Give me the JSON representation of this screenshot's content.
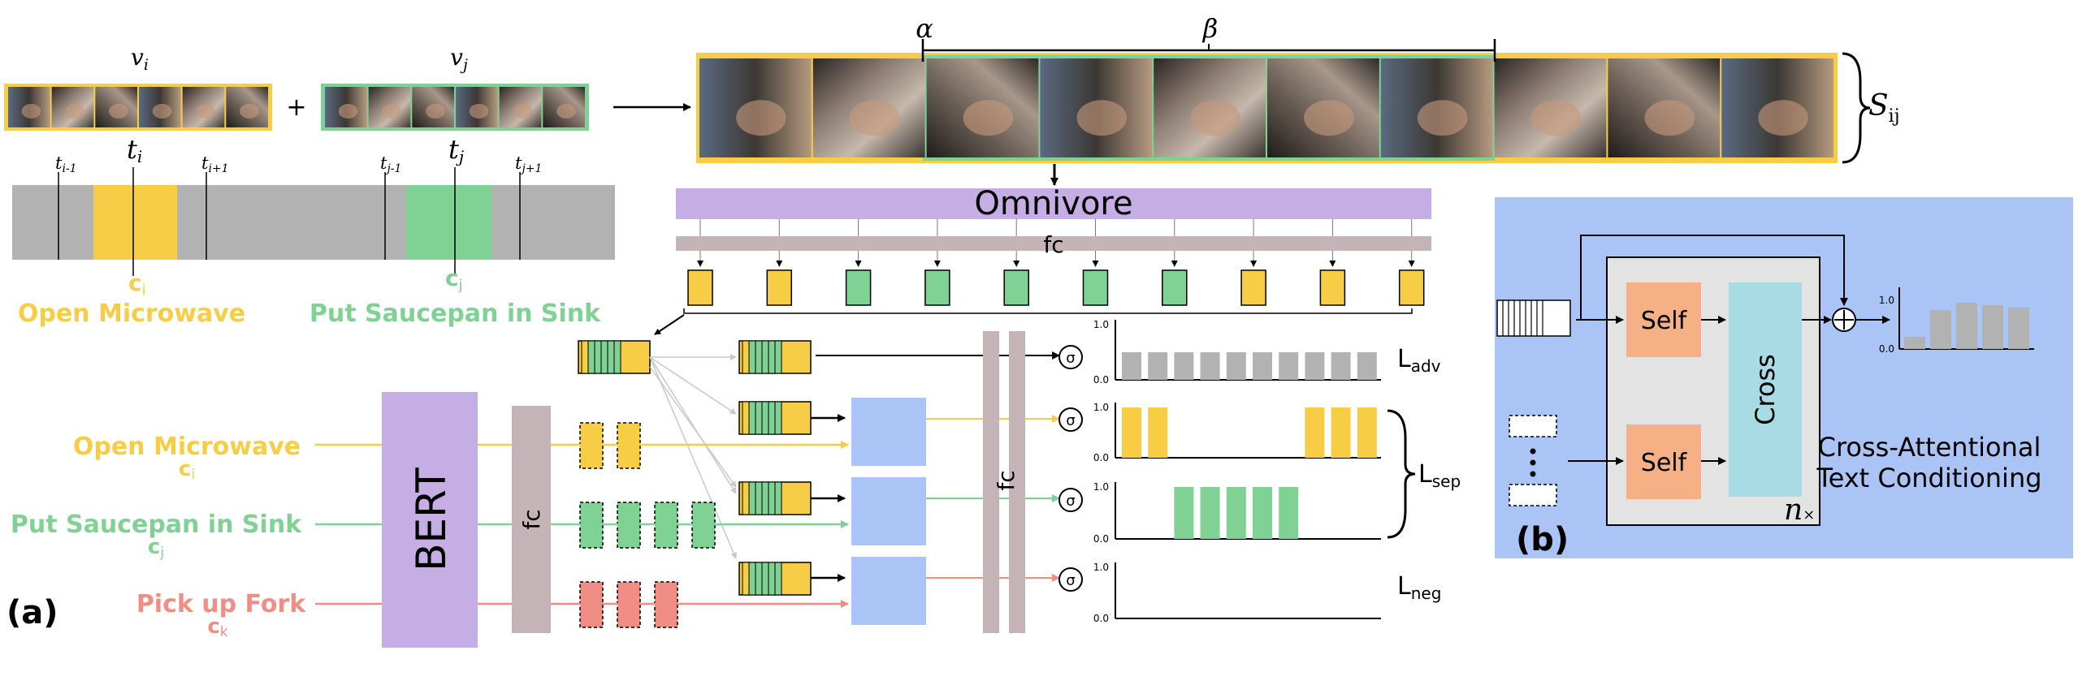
{
  "panel_a": {
    "label": "(a)",
    "vi": "v",
    "vi_sub": "i",
    "vj": "v",
    "vj_sub": "j",
    "plus": "+",
    "S": "S",
    "S_sub": "ij",
    "alpha": "α",
    "beta": "β",
    "t_im1": "t",
    "t_im1_sub": "i-1",
    "t_i": "t",
    "t_i_sub": "i",
    "t_ip1": "t",
    "t_ip1_sub": "i+1",
    "t_jm1": "t",
    "t_jm1_sub": "j-1",
    "t_j": "t",
    "t_j_sub": "j",
    "t_jp1": "t",
    "t_jp1_sub": "j+1",
    "c_i": "c",
    "c_i_sub": "i",
    "c_j": "c",
    "c_j_sub": "j",
    "c_k": "c",
    "c_k_sub": "k",
    "action_i": "Open Microwave",
    "action_j": "Put Saucepan in Sink",
    "action_k": "Pick up Fork",
    "omnivore": "Omnivore",
    "fc_top": "fc",
    "bert": "BERT",
    "fc_left": "fc",
    "fc_right": "fc",
    "sigma": "σ",
    "tick_1": "1.0",
    "tick_0": "0.0",
    "L_adv": "L",
    "L_adv_sub": "adv",
    "L_sep": "L",
    "L_sep_sub": "sep",
    "L_neg": "L",
    "L_neg_sub": "neg"
  },
  "panel_b": {
    "label": "(b)",
    "self_top": "Self",
    "self_bottom": "Self",
    "cross": "Cross",
    "n_times": "n",
    "times": "×",
    "caption_1": "Cross-Attentional",
    "caption_2": "Text Conditioning",
    "tick_1": "1.0",
    "tick_0": "0.0"
  },
  "colors": {
    "yellow": "#f7cd45",
    "green": "#7fd194",
    "red": "#f08e86",
    "gray": "#b2b2b2",
    "purple": "#c4aee3",
    "mauve": "#c4b4b8",
    "light_blue": "#a9c4f5",
    "panel_b_bg": "#aac4f6",
    "orange": "#f5b086",
    "cyan": "#a9dbe4"
  },
  "chart_data": [
    {
      "type": "bar",
      "name": "adv",
      "values": [
        0.5,
        0.5,
        0.5,
        0.5,
        0.5,
        0.5,
        0.5,
        0.5,
        0.5,
        0.5
      ],
      "ylim": [
        0,
        1
      ]
    },
    {
      "type": "bar",
      "name": "sep_i",
      "values": [
        1,
        1,
        0,
        0,
        0,
        0,
        0,
        1,
        1,
        1
      ],
      "ylim": [
        0,
        1
      ]
    },
    {
      "type": "bar",
      "name": "sep_j",
      "values": [
        0,
        0,
        1,
        1,
        1,
        1,
        1,
        0,
        0,
        0
      ],
      "ylim": [
        0,
        1
      ]
    },
    {
      "type": "bar",
      "name": "neg",
      "values": [
        0,
        0,
        0,
        0,
        0,
        0,
        0,
        0,
        0,
        0
      ],
      "ylim": [
        0,
        1
      ]
    },
    {
      "type": "bar",
      "name": "panel_b_output",
      "values": [
        0.25,
        0.8,
        0.95,
        0.9,
        0.85
      ],
      "ylim": [
        0,
        1
      ]
    }
  ]
}
